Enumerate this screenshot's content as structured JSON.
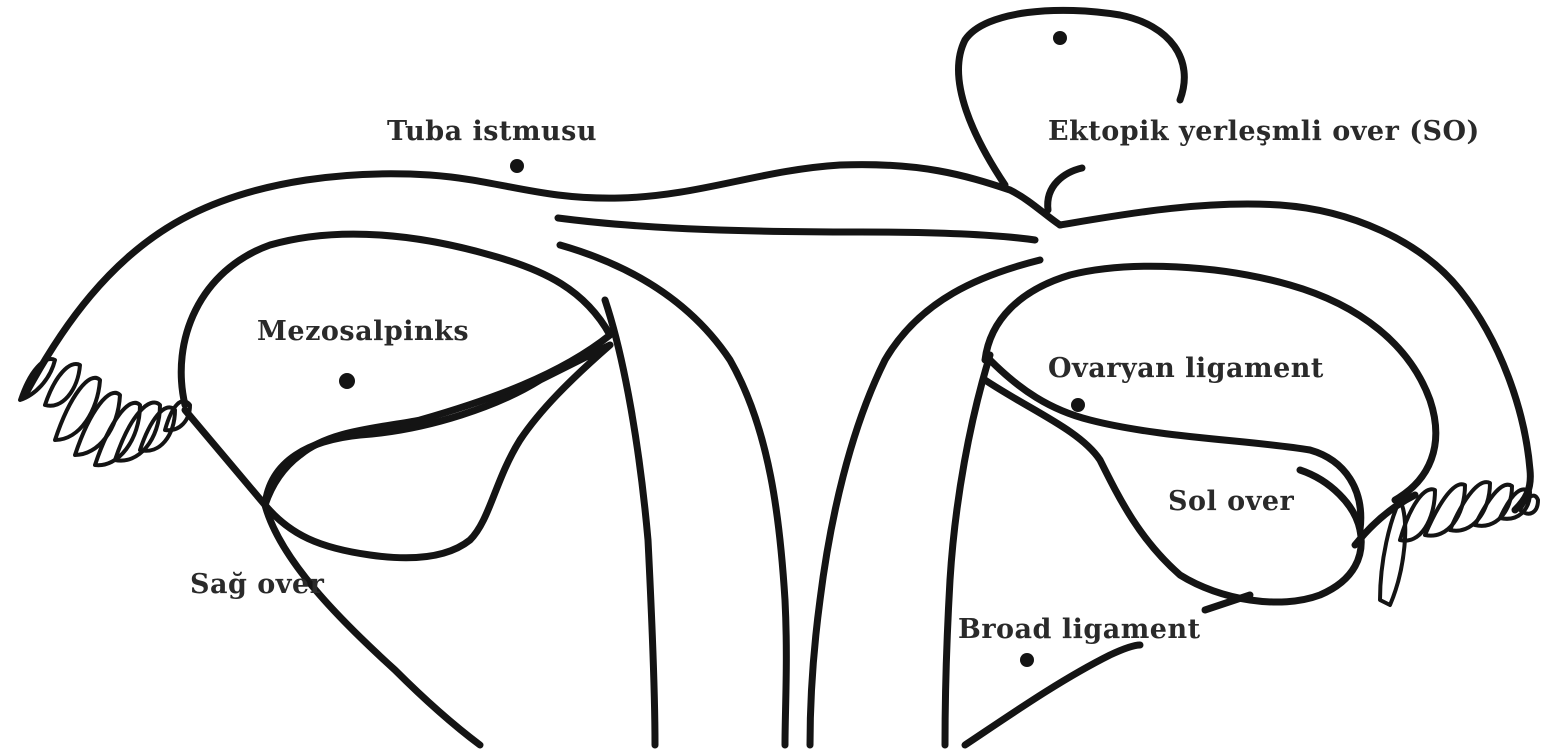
{
  "labels": {
    "tuba_istmusu": "Tuba istmusu",
    "ektopik_over": "Ektopik yerleşmli over (SO)",
    "mezosalpinks": "Mezosalpinks",
    "ovaryan_ligament": "Ovaryan ligament",
    "sol_over": "Sol over",
    "sag_over": "Sağ over",
    "broad_ligament": "Broad ligament"
  },
  "colors": {
    "line": "#141414",
    "text": "#2a2a2a",
    "background": "#ffffff"
  }
}
